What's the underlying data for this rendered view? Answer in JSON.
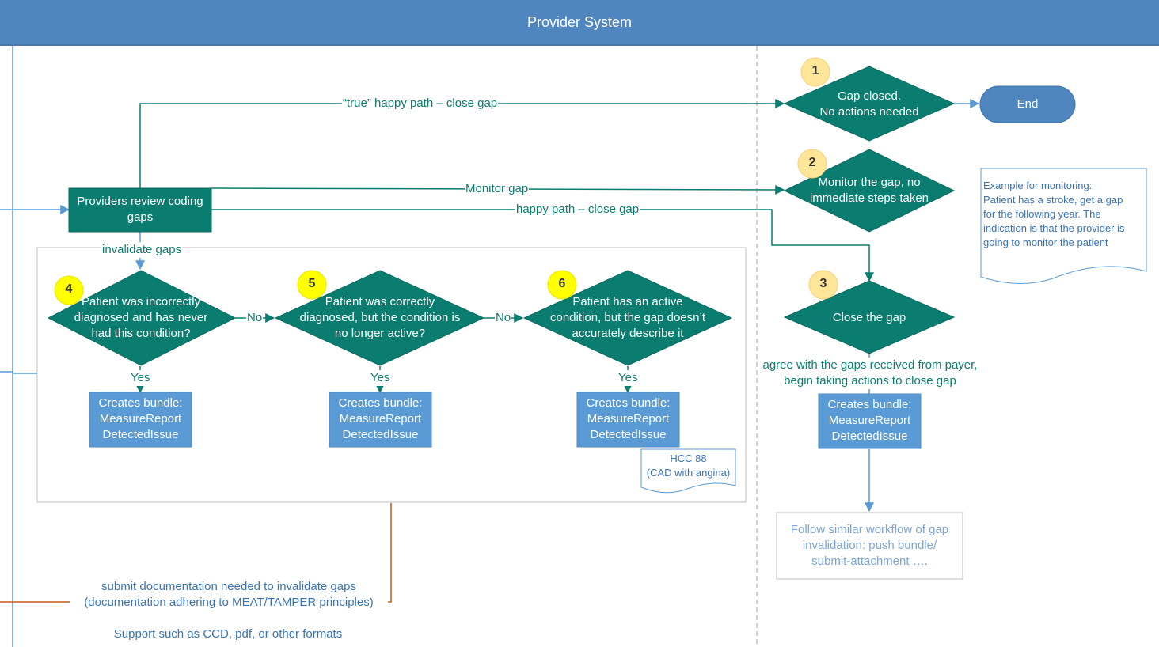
{
  "lane": {
    "title": "Provider System"
  },
  "colors": {
    "teal": "#0b7d70",
    "blue_box": "#5b9bd5",
    "header": "#4f86c0",
    "badge_blue": "#ffe699",
    "badge_yellow": "#ffff00",
    "brown_line": "#c55a11"
  },
  "nodes": {
    "review": {
      "line1": "Providers review coding",
      "line2": "gaps"
    },
    "gap_closed": {
      "line1": "Gap closed.",
      "line2": "No actions needed"
    },
    "end": {
      "label": "End"
    },
    "monitor": {
      "line1": "Monitor the gap, no",
      "line2": "immediate steps taken"
    },
    "close": {
      "label": "Close the gap"
    },
    "q4": {
      "line1": "Patient was incorrectly",
      "line2": "diagnosed and has never",
      "line3": "had this condition?"
    },
    "q5": {
      "line1": "Patient was correctly",
      "line2": "diagnosed, but the condition is",
      "line3": "no longer active?"
    },
    "q6": {
      "line1": "Patient has an active",
      "line2": "condition, but the gap doesn’t",
      "line3": "accurately describe it"
    },
    "bundle": {
      "line1": "Creates bundle:",
      "line2": "MeasureReport",
      "line3": "DetectedIssue"
    },
    "follow": {
      "line1": "Follow similar workflow of gap",
      "line2": "invalidation: push bundle/",
      "line3": "submit-attachment …."
    }
  },
  "badges": {
    "b1": "1",
    "b2": "2",
    "b3": "3",
    "b4": "4",
    "b5": "5",
    "b6": "6"
  },
  "edges": {
    "true_path": "“true” happy path – close gap",
    "monitor_gap": "Monitor gap",
    "happy_path": "happy path – close gap",
    "invalidate": "invalidate gaps",
    "no": "No",
    "yes": "Yes",
    "agree_1": "agree with the gaps received from payer,",
    "agree_2": "begin taking actions to close gap",
    "submit_1": "submit documentation needed to invalidate gaps",
    "submit_2": "(documentation adhering to MEAT/TAMPER principles)",
    "support": "Support such as CCD, pdf, or other formats"
  },
  "notes": {
    "monitoring": [
      "Example for monitoring:",
      "Patient has a stroke, get a gap",
      "for the following year. The",
      "indication is that the provider is",
      "going to monitor the patient"
    ],
    "hcc_1": "HCC 88",
    "hcc_2": "(CAD with angina)"
  }
}
